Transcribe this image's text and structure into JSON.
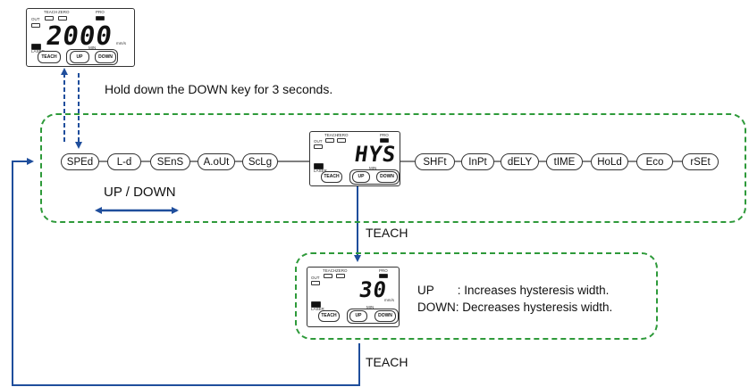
{
  "instruction": "Hold down the DOWN key for 3 seconds.",
  "updown_label": "UP / DOWN",
  "teach_label_1": "TEACH",
  "teach_label_2": "TEACH",
  "menu_items_left": [
    "SPEd",
    "L-d",
    "SEnS",
    "A.oUt",
    "ScLg"
  ],
  "menu_items_right": [
    "SHFt",
    "InPt",
    "dELY",
    "tIME",
    "HoLd",
    "Eco",
    "rSEt"
  ],
  "panel_top": {
    "display": "2000",
    "unit": "mm/s",
    "out": "OUT",
    "teach": "TEACH",
    "zero": "ZERO",
    "pro": "PRO",
    "laser": "LASER",
    "btn_teach": "TEACH",
    "btn_up": "UP",
    "btn_down": "DOWN",
    "btn_mini": "MIN"
  },
  "panel_mid": {
    "display": "HYS",
    "out": "OUT",
    "teach": "TEACH",
    "zero": "ZERO",
    "pro": "PRO",
    "laser": "LASER",
    "btn_teach": "TEACH",
    "btn_up": "UP",
    "btn_down": "DOWN",
    "btn_mini": "MIN"
  },
  "panel_bottom": {
    "display": "30",
    "unit": "mm/s",
    "out": "OUT",
    "teach": "TEACH",
    "zero": "ZERO",
    "pro": "PRO",
    "laser": "LASER",
    "btn_teach": "TEACH",
    "btn_up": "UP",
    "btn_down": "DOWN",
    "btn_mini": "MIN"
  },
  "desc_up": "UP       : Increases hysteresis width.",
  "desc_down": "DOWN: Decreases hysteresis width.",
  "colors": {
    "arrow": "#1f4e9c",
    "dash_box": "#2e9a3a",
    "line": "#333333"
  }
}
